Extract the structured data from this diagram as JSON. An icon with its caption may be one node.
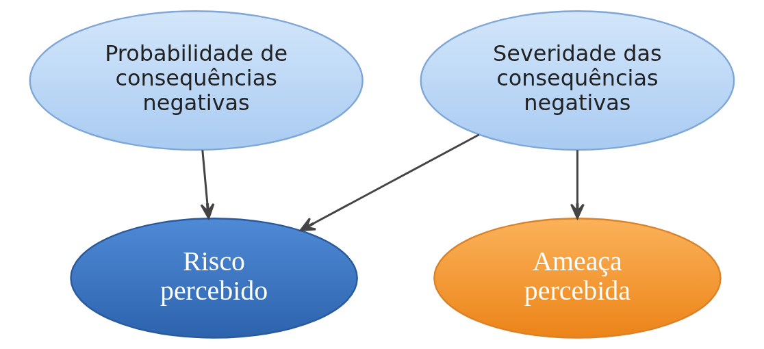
{
  "diagram": {
    "nodes": [
      {
        "text": [
          "Probabilidade de consequências negativas"
        ]
      },
      {
        "text": [
          "Severidade das consequências negativas"
        ]
      },
      {
        "text": [
          "Risco percebido"
        ]
      },
      {
        "text": [
          "Ameaça percebida"
        ]
      }
    ],
    "edges": [
      {
        "from": 0,
        "to": 2,
        "arrow": "to"
      },
      {
        "from": 1,
        "to": 2,
        "arrow": "to"
      },
      {
        "from": 1,
        "to": 3,
        "arrow": "to"
      }
    ]
  }
}
